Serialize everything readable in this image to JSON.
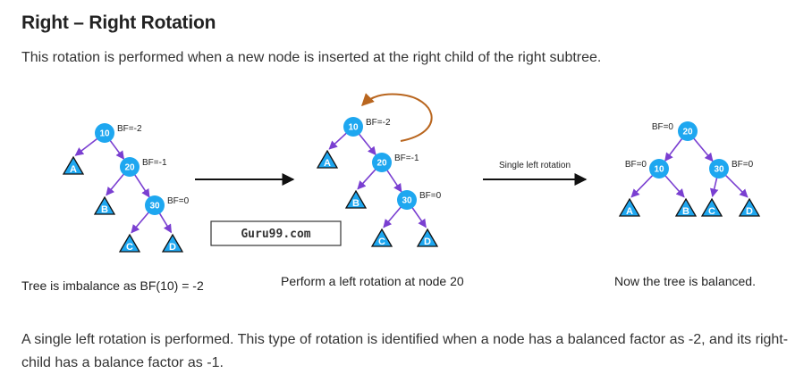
{
  "heading": "Right – Right Rotation",
  "intro": "This rotation is performed when a new node is inserted at the right child of the right subtree.",
  "outro": "A single left rotation is performed. This type of rotation is identified when a node has a balanced factor as -2, and its right-child has a balance factor as -1.",
  "colors": {
    "node": "#1ea7f0",
    "leaf": "#1ea7f0",
    "edge": "#7a3fd1",
    "arrow": "#111111",
    "curve": "#b9661f"
  },
  "trees": [
    {
      "nodes": [
        {
          "id": "10",
          "label": "10",
          "bf": "BF=-2"
        },
        {
          "id": "20",
          "label": "20",
          "bf": "BF=-1"
        },
        {
          "id": "30",
          "label": "30",
          "bf": "BF=0"
        }
      ],
      "leaves": [
        "A",
        "B",
        "C",
        "D"
      ],
      "caption": "Tree is imbalance as BF(10) = -2"
    },
    {
      "nodes": [
        {
          "id": "10",
          "label": "10",
          "bf": "BF=-2"
        },
        {
          "id": "20",
          "label": "20",
          "bf": "BF=-1"
        },
        {
          "id": "30",
          "label": "30",
          "bf": "BF=0"
        }
      ],
      "leaves": [
        "A",
        "B",
        "C",
        "D"
      ],
      "caption": "Perform a left rotation at node 20"
    },
    {
      "nodes": [
        {
          "id": "20",
          "label": "20",
          "bf": "BF=0"
        },
        {
          "id": "10",
          "label": "10",
          "bf": "BF=0"
        },
        {
          "id": "30",
          "label": "30",
          "bf": "BF=0"
        }
      ],
      "leaves": [
        "A",
        "B",
        "C",
        "D"
      ],
      "caption": "Now the tree is balanced."
    }
  ],
  "arrow_label": "Single left rotation",
  "watermark": "Guru99.com"
}
